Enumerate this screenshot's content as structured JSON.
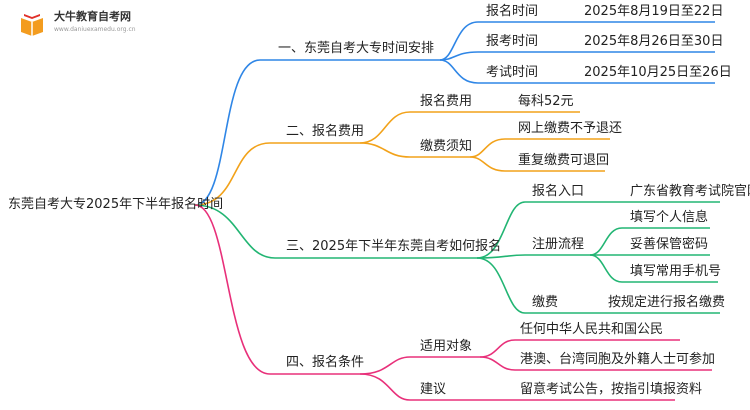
{
  "logo": {
    "title": "大牛教育自考网",
    "url": "www.daniuexamedu.org.cn"
  },
  "colors": {
    "blue": "#2f86e6",
    "orange": "#f2a21a",
    "green": "#22b573",
    "pink": "#e8307a"
  },
  "mindmap": {
    "root": "东莞自考大专2025年下半年报名时间",
    "branches": [
      {
        "label": "一、东莞自考大专时间安排",
        "items": [
          {
            "label": "报名时间",
            "value": "2025年8月19日至22日"
          },
          {
            "label": "报考时间",
            "value": "2025年8月26日至30日"
          },
          {
            "label": "考试时间",
            "value": "2025年10月25日至26日"
          }
        ]
      },
      {
        "label": "二、报名费用",
        "items": [
          {
            "label": "报名费用",
            "values": [
              "每科52元"
            ]
          },
          {
            "label": "缴费须知",
            "values": [
              "网上缴费不予退还",
              "重复缴费可退回"
            ]
          }
        ]
      },
      {
        "label": "三、2025年下半年东莞自考如何报名",
        "items": [
          {
            "label": "报名入口",
            "values": [
              "广东省教育考试院官网"
            ]
          },
          {
            "label": "注册流程",
            "values": [
              "填写个人信息",
              "妥善保管密码",
              "填写常用手机号"
            ]
          },
          {
            "label": "缴费",
            "values": [
              "按规定进行报名缴费"
            ]
          }
        ]
      },
      {
        "label": "四、报名条件",
        "items": [
          {
            "label": "适用对象",
            "values": [
              "任何中华人民共和国公民",
              "港澳、台湾同胞及外籍人士可参加"
            ]
          },
          {
            "label": "建议",
            "values": [
              "留意考试公告，按指引填报资料"
            ]
          }
        ]
      }
    ]
  }
}
